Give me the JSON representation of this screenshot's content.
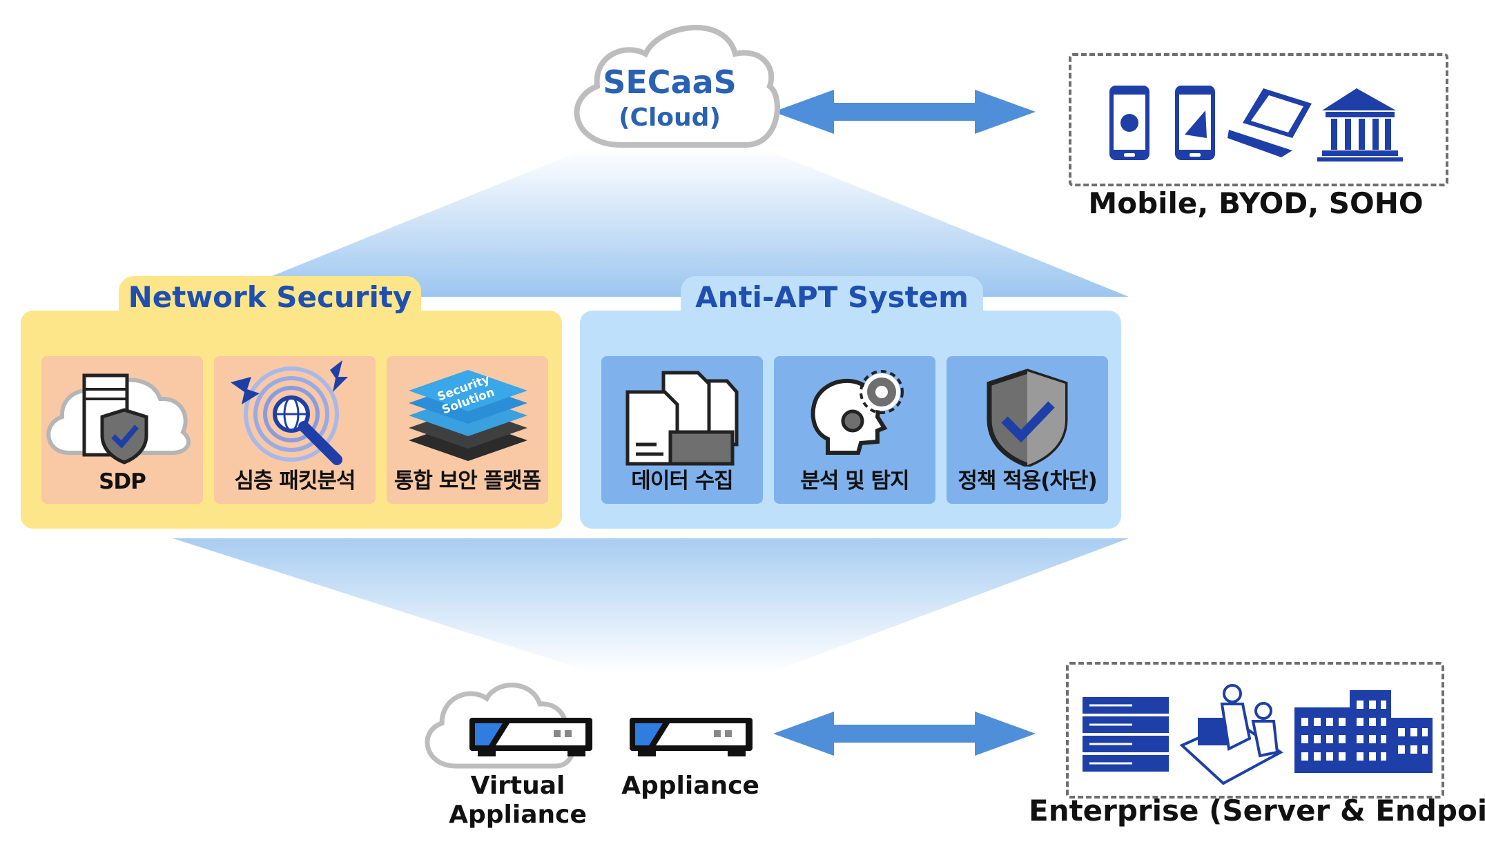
{
  "cloud": {
    "title": "SECaaS",
    "subtitle": "(Cloud)"
  },
  "mobile": {
    "caption": "Mobile, BYOD, SOHO",
    "icons": [
      "apple-phone-icon",
      "android-phone-icon",
      "laptop-icon",
      "bank-building-icon"
    ]
  },
  "network_security": {
    "title": "Network Security",
    "items": [
      {
        "label": "SDP",
        "icon": "cloud-server-shield-icon"
      },
      {
        "label": "심층 패킷분석",
        "icon": "globe-magnifier-icon"
      },
      {
        "label": "통합 보안 플랫폼",
        "icon": "security-solution-stack-icon",
        "icon_text": "Security Solution"
      }
    ]
  },
  "anti_apt": {
    "title": "Anti-APT System",
    "items": [
      {
        "label": "데이터 수집",
        "icon": "documents-icon"
      },
      {
        "label": "분석 및 탐지",
        "icon": "head-gears-icon"
      },
      {
        "label": "정책 적용(차단)",
        "icon": "shield-check-icon"
      }
    ]
  },
  "appliances": {
    "virtual_line1": "Virtual",
    "virtual_line2": "Appliance",
    "physical": "Appliance"
  },
  "enterprise": {
    "caption": "Enterprise (Server & Endpoint)",
    "icons": [
      "server-rack-icon",
      "user-workstation-icon",
      "office-building-icon"
    ]
  },
  "colors": {
    "title_blue": "#1f4fb0",
    "icon_blue": "#1e3fa8",
    "yellow_panel": "#fde68a",
    "peach_tile": "#f9c8a4",
    "light_blue_panel": "#bfe0fb",
    "blue_tile": "#7fb1ec",
    "arrow_blue": "#4f8ed9"
  }
}
